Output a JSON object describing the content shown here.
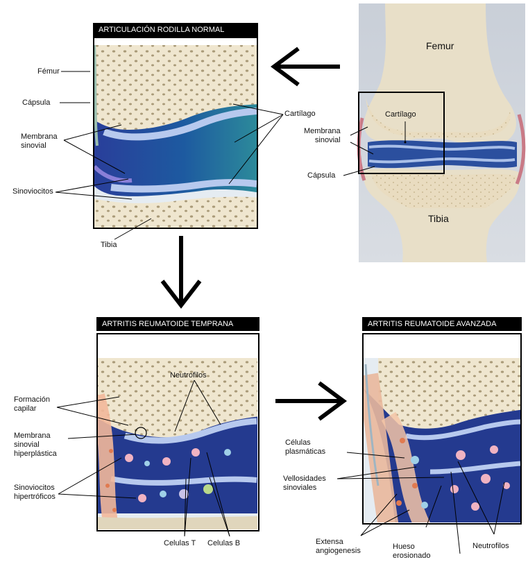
{
  "panels": {
    "normal": "ARTICULACIÓN RODILLA NORMAL",
    "early": "ARTRITIS REUMATOIDE TEMPRANA",
    "advanced": "ARTRITIS REUMATOIDE AVANZADA"
  },
  "overview": {
    "femur": "Femur",
    "tibia": "Tibia",
    "cartilago": "Cartílago",
    "membrana": "Membrana\nsinovial",
    "capsula": "Cápsula"
  },
  "normal_labels": {
    "femur": "Fémur",
    "capsula": "Cápsula",
    "membrana": "Membrana\nsinovial",
    "sinoviocitos": "Sinoviocitos",
    "tibia": "Tibia",
    "cartilago": "Cartílago"
  },
  "early_labels": {
    "formacion": "Formación\ncapilar",
    "membrana": "Membrana\nsinovial\nhiperplástica",
    "sinoviocitos": "Sinoviocitos\nhipertróficos",
    "neutrofilos": "Neutrofilos",
    "celulas_t": "Celulas T",
    "celulas_b": "Celulas B"
  },
  "advanced_labels": {
    "plasmaticas": "Células\nplasmáticas",
    "vellosidades": "Vellosidades\nsinoviales",
    "angiogenesis": "Extensa\nangiogenesis",
    "hueso": "Hueso\nerosionado",
    "neutrofilos": "Neutrofilos"
  }
}
